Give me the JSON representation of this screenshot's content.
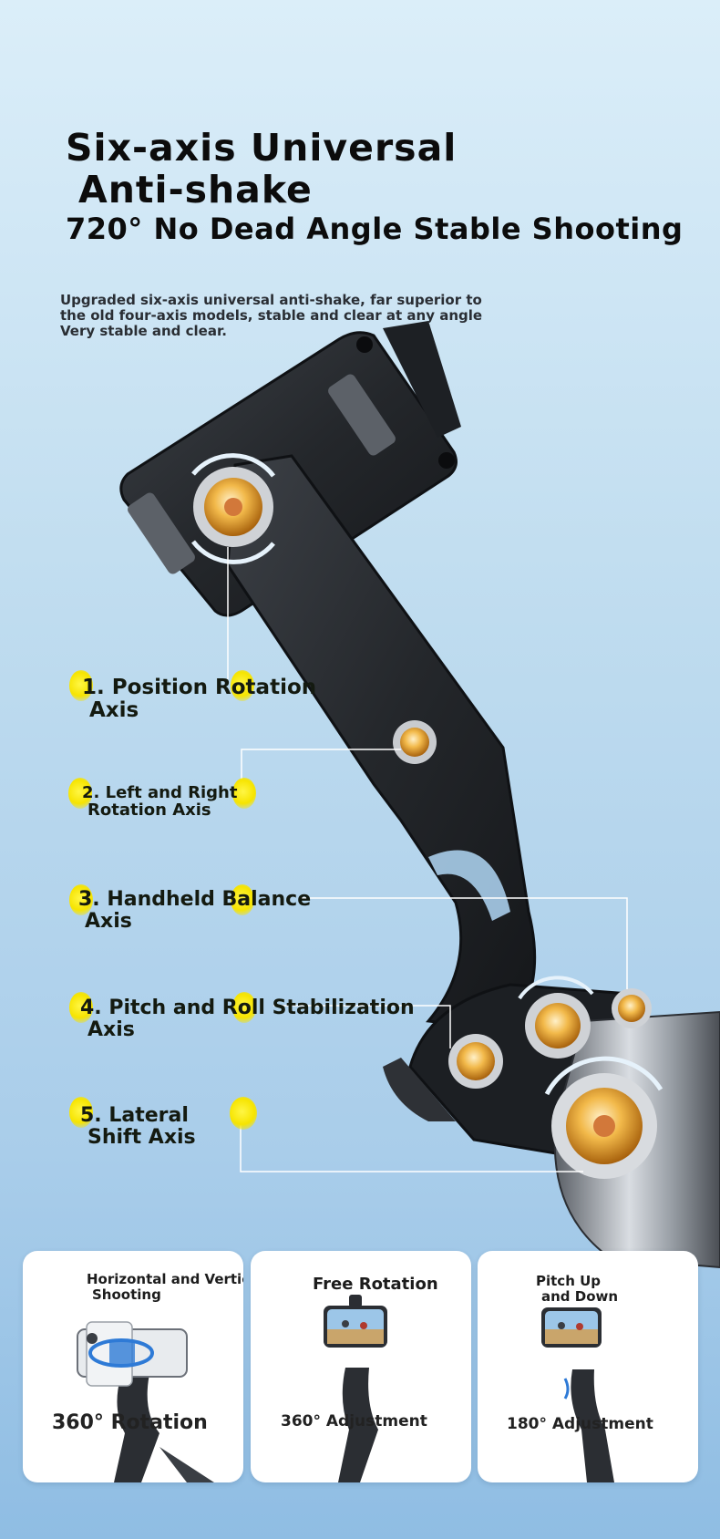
{
  "heading": {
    "line1": "Six-axis Universal",
    "line2": "Anti-shake",
    "line3": "720° No Dead Angle Stable Shooting"
  },
  "description": {
    "line1": "Upgraded six-axis universal anti-shake, far superior to",
    "line2": " the old four-axis models, stable and clear at any angle",
    "line3": "Very stable and clear."
  },
  "axes": [
    {
      "line1": "1. Position Rotation",
      "line2": "Axis"
    },
    {
      "line1": "2. Left and Right",
      "line2": "Rotation Axis"
    },
    {
      "line1": "3. Handheld Balance",
      "line2": "Axis"
    },
    {
      "line1": "4. Pitch and Roll Stabilization",
      "line2": "Axis"
    },
    {
      "line1": "5. Lateral",
      "line2": "Shift Axis"
    }
  ],
  "cards": [
    {
      "title_line1": "Horizontal and Vertical",
      "title_line2": "Shooting",
      "caption": "360° Rotation"
    },
    {
      "title_line1": "Free Rotation",
      "caption": "360° Adjustment"
    },
    {
      "title_line1": "Pitch Up",
      "title_line2": "and Down",
      "caption": "180° Adjustment"
    }
  ],
  "colors": {
    "accent_yellow": "#f6e400",
    "device_dark": "#2b2e33",
    "gear_gold": "#e6a12a",
    "bg_top": "#dbeef9",
    "bg_bottom": "#8fbde3"
  },
  "icons": [
    "gimbal-device-image",
    "gear-motor-icon",
    "rotation-arrow-icon",
    "phone-on-gimbal-image"
  ]
}
